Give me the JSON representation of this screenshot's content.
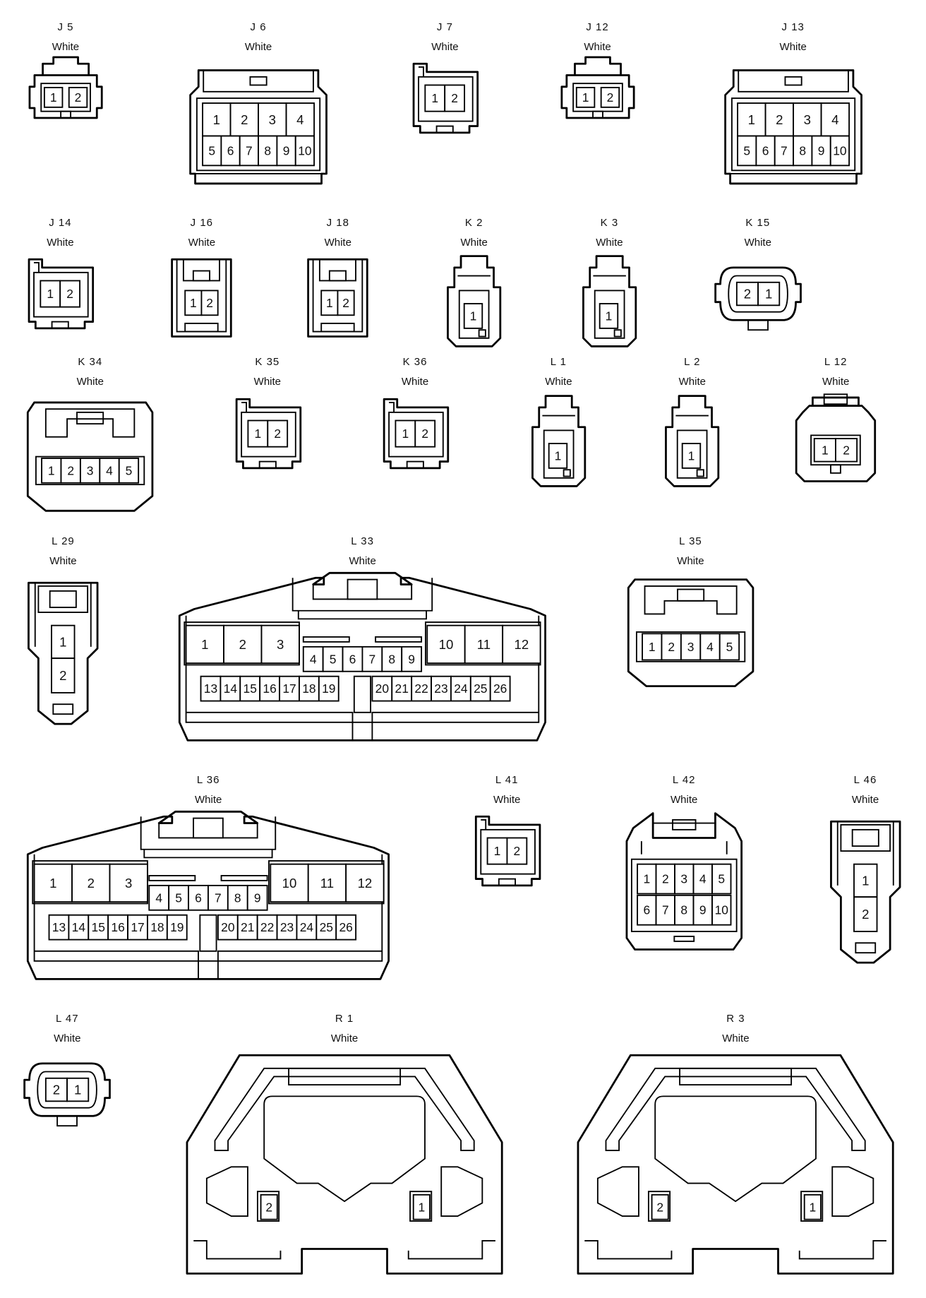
{
  "connectors": [
    {
      "id": "J 5",
      "color": "White",
      "pins": [
        "1",
        "2"
      ]
    },
    {
      "id": "J 6",
      "color": "White",
      "pins": [
        "1",
        "2",
        "3",
        "4",
        "5",
        "6",
        "7",
        "8",
        "9",
        "10"
      ]
    },
    {
      "id": "J 7",
      "color": "White",
      "pins": [
        "1",
        "2"
      ]
    },
    {
      "id": "J 12",
      "color": "White",
      "pins": [
        "1",
        "2"
      ]
    },
    {
      "id": "J 13",
      "color": "White",
      "pins": [
        "1",
        "2",
        "3",
        "4",
        "5",
        "6",
        "7",
        "8",
        "9",
        "10"
      ]
    },
    {
      "id": "J 14",
      "color": "White",
      "pins": [
        "1",
        "2"
      ]
    },
    {
      "id": "J 16",
      "color": "White",
      "pins": [
        "1",
        "2"
      ]
    },
    {
      "id": "J 18",
      "color": "White",
      "pins": [
        "1",
        "2"
      ]
    },
    {
      "id": "K 2",
      "color": "White",
      "pins": [
        "1"
      ]
    },
    {
      "id": "K 3",
      "color": "White",
      "pins": [
        "1"
      ]
    },
    {
      "id": "K 15",
      "color": "White",
      "pins": [
        "2",
        "1"
      ]
    },
    {
      "id": "K 34",
      "color": "White",
      "pins": [
        "1",
        "2",
        "3",
        "4",
        "5"
      ]
    },
    {
      "id": "K 35",
      "color": "White",
      "pins": [
        "1",
        "2"
      ]
    },
    {
      "id": "K 36",
      "color": "White",
      "pins": [
        "1",
        "2"
      ]
    },
    {
      "id": "L 1",
      "color": "White",
      "pins": [
        "1"
      ]
    },
    {
      "id": "L 2",
      "color": "White",
      "pins": [
        "1"
      ]
    },
    {
      "id": "L 12",
      "color": "White",
      "pins": [
        "1",
        "2"
      ]
    },
    {
      "id": "L 29",
      "color": "White",
      "pins": [
        "1",
        "2"
      ]
    },
    {
      "id": "L 33",
      "color": "White",
      "pins": [
        "1",
        "2",
        "3",
        "4",
        "5",
        "6",
        "7",
        "8",
        "9",
        "10",
        "11",
        "12",
        "13",
        "14",
        "15",
        "16",
        "17",
        "18",
        "19",
        "20",
        "21",
        "22",
        "23",
        "24",
        "25",
        "26"
      ]
    },
    {
      "id": "L 35",
      "color": "White",
      "pins": [
        "1",
        "2",
        "3",
        "4",
        "5"
      ]
    },
    {
      "id": "L 36",
      "color": "White",
      "pins": [
        "1",
        "2",
        "3",
        "4",
        "5",
        "6",
        "7",
        "8",
        "9",
        "10",
        "11",
        "12",
        "13",
        "14",
        "15",
        "16",
        "17",
        "18",
        "19",
        "20",
        "21",
        "22",
        "23",
        "24",
        "25",
        "26"
      ]
    },
    {
      "id": "L 41",
      "color": "White",
      "pins": [
        "1",
        "2"
      ]
    },
    {
      "id": "L 42",
      "color": "White",
      "pins": [
        "1",
        "2",
        "3",
        "4",
        "5",
        "6",
        "7",
        "8",
        "9",
        "10"
      ]
    },
    {
      "id": "L 46",
      "color": "White",
      "pins": [
        "1",
        "2"
      ]
    },
    {
      "id": "L 47",
      "color": "White",
      "pins": [
        "2",
        "1"
      ]
    },
    {
      "id": "R 1",
      "color": "White",
      "pins": [
        "2",
        "1"
      ]
    },
    {
      "id": "R 3",
      "color": "White",
      "pins": [
        "2",
        "1"
      ]
    }
  ]
}
